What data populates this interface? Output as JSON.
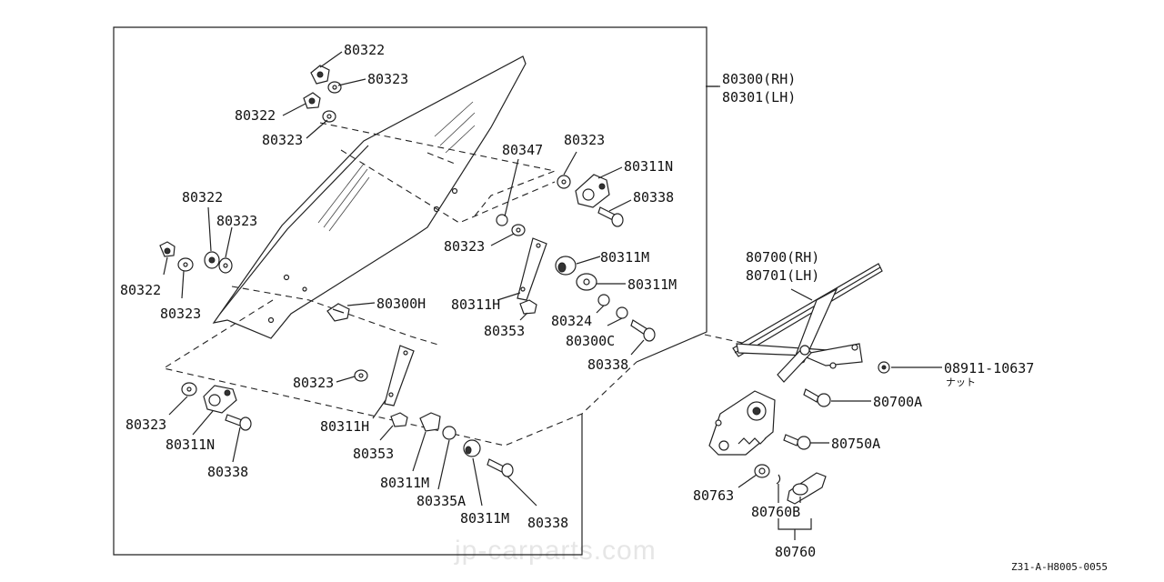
{
  "labels": {
    "p80322_a": "80322",
    "p80323_a": "80323",
    "p80322_b": "80322",
    "p80323_b": "80323",
    "p80300rh": "80300(RH)",
    "p80301lh": "80301(LH)",
    "p80347": "80347",
    "p80323_c": "80323",
    "p80311n_a": "80311N",
    "p80338_a": "80338",
    "p80322_c": "80322",
    "p80323_d": "80323",
    "p80323_e": "80323",
    "p80311m_a": "80311M",
    "p80311m_b": "80311M",
    "p80322_d": "80322",
    "p80323_f": "80323",
    "p80300h": "80300H",
    "p80311h_a": "80311H",
    "p80353_a": "80353",
    "p80324": "80324",
    "p80300c": "80300C",
    "p80338_b": "80338",
    "p80700rh": "80700(RH)",
    "p80701lh": "80701(LH)",
    "p08911": "08911-10637",
    "nut_jp": "ナット",
    "p80700a": "80700A",
    "p80750a": "80750A",
    "p80323_g": "80323",
    "p80323_h": "80323",
    "p80311n_b": "80311N",
    "p80338_c": "80338",
    "p80311h_b": "80311H",
    "p80353_b": "80353",
    "p80311m_c": "80311M",
    "p80335a": "80335A",
    "p80311m_d": "80311M",
    "p80338_d": "80338",
    "p80763": "80763",
    "p80760b": "80760B",
    "p80760": "80760"
  },
  "footer": {
    "code": "Z31-A-H8005-0055"
  },
  "watermark": "jp-carparts.com"
}
